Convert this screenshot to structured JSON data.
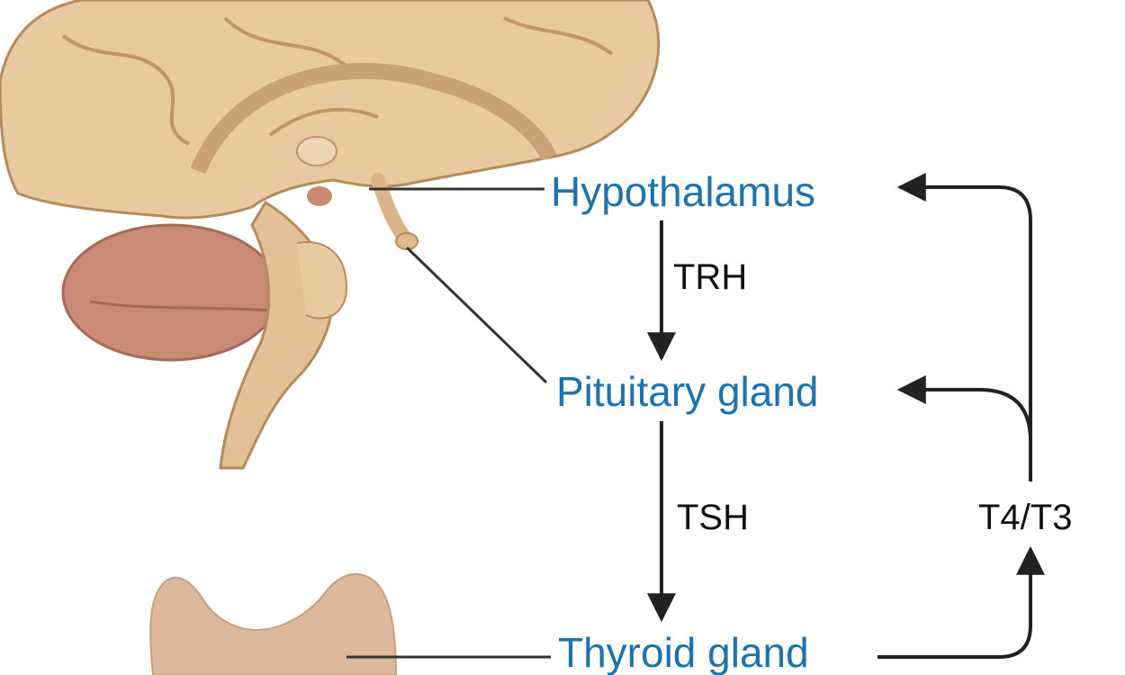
{
  "labels": {
    "hypothalamus": "Hypothalamus",
    "pituitary": "Pituitary gland",
    "thyroid": "Thyroid gland",
    "trh": "TRH",
    "tsh": "TSH",
    "t4t3": "T4/T3"
  },
  "colors": {
    "label_blue": "#1c73ae",
    "arrow": "#222222",
    "brain": "#e8c9a0",
    "cerebellum": "#c98a78",
    "thyroid": "#ddb89a"
  }
}
